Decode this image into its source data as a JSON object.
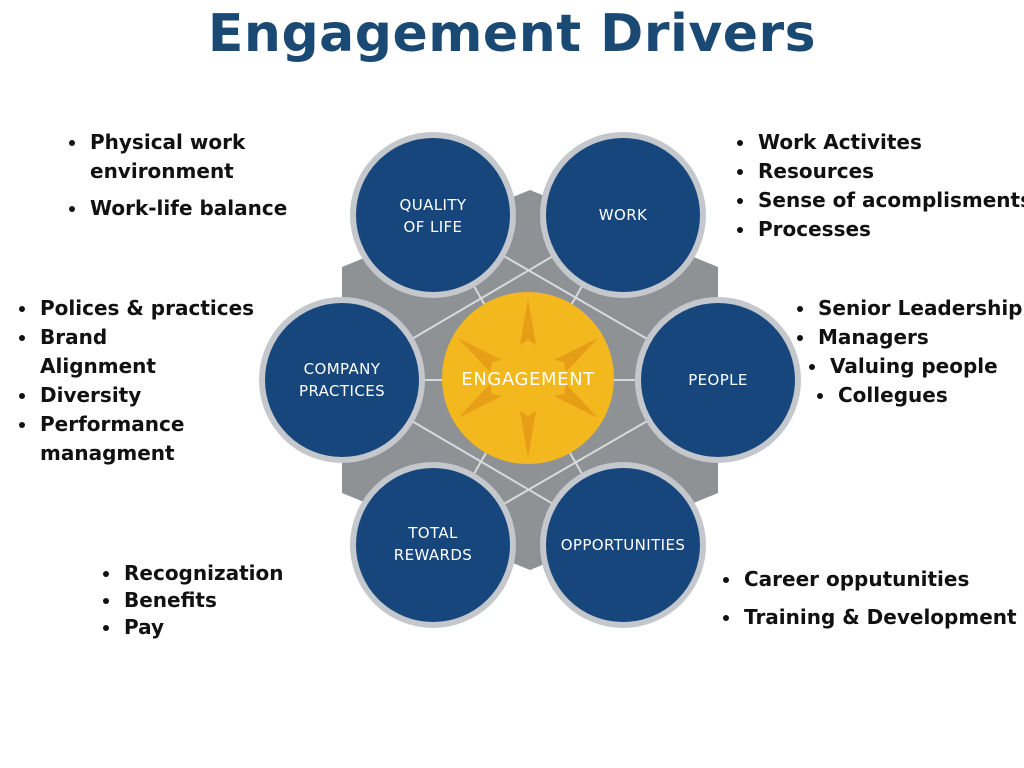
{
  "title": "Engagement Drivers",
  "colors": {
    "title": "#1a4a73",
    "node": "#17467c",
    "node_border": "#c4c8cc",
    "hex": "#8f9295",
    "center": "#f2b81d"
  },
  "center": {
    "label": "ENGAGEMENT"
  },
  "nodes": [
    {
      "id": "quality-of-life",
      "label_lines": [
        "QUALITY",
        "OF LIFE"
      ]
    },
    {
      "id": "work",
      "label_lines": [
        "WORK"
      ]
    },
    {
      "id": "company-practices",
      "label_lines": [
        "COMPANY",
        "PRACTICES"
      ]
    },
    {
      "id": "people",
      "label_lines": [
        "PEOPLE"
      ]
    },
    {
      "id": "total-rewards",
      "label_lines": [
        "TOTAL",
        "REWARDS"
      ]
    },
    {
      "id": "opportunities",
      "label_lines": [
        "OPPORTUNITIES"
      ]
    }
  ],
  "bullets": {
    "quality_of_life": [
      "Physical work environment",
      "Work-life balance"
    ],
    "work": [
      "Work Activites",
      "Resources",
      "Sense of acomplisments",
      "Processes"
    ],
    "company_practices": [
      "Polices & practices",
      "Brand Alignment",
      "Diversity",
      "Performance managment"
    ],
    "people": [
      "Senior Leadership",
      "Managers",
      "Valuing people",
      "Collegues"
    ],
    "total_rewards": [
      "Recognization",
      "Benefits",
      "Pay"
    ],
    "opportunities": [
      "Career opputunities",
      "Training & Development"
    ]
  }
}
